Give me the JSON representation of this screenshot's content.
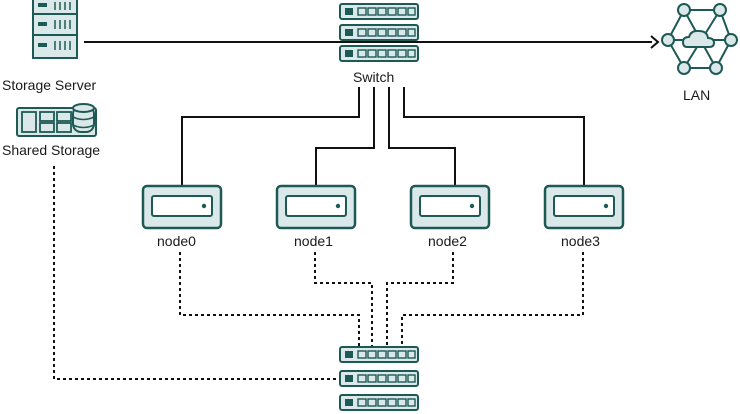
{
  "labels": {
    "storage_server": "Storage Server",
    "shared_storage": "Shared Storage",
    "switch": "Switch",
    "lan": "LAN",
    "nodes": [
      "node0",
      "node1",
      "node2",
      "node3"
    ]
  },
  "icons": {
    "storage_server": "server-rack-icon",
    "shared_storage": "storage-array-icon",
    "switch": "network-switch-icon",
    "lan": "network-cloud-icon",
    "node": "server-node-icon",
    "private_switch": "network-switch-icon"
  },
  "colors": {
    "icon_stroke": "#1d5a55",
    "icon_fill": "#dbe8ea",
    "line": "#111111"
  }
}
